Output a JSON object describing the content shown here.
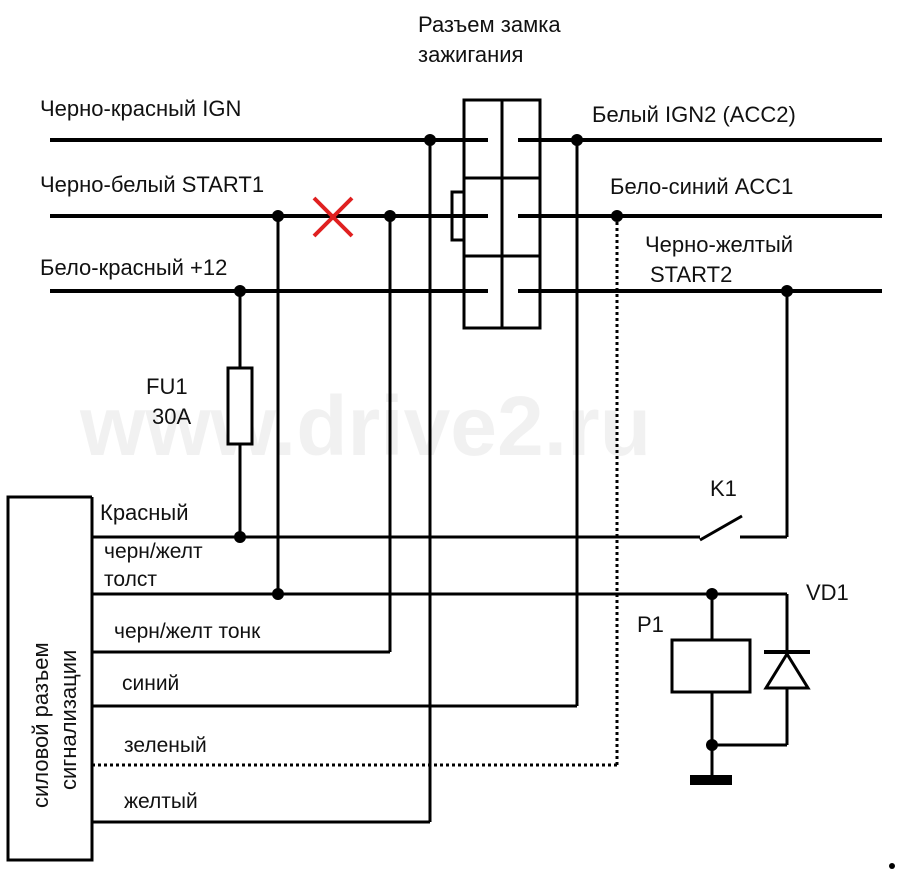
{
  "ignition": {
    "connector_title_1": "Разъем замка",
    "connector_title_2": "зажигания"
  },
  "left_wires": {
    "ign": "Черно-красный   IGN",
    "start1": "Черно-белый START1",
    "plus12": "Бело-красный +12"
  },
  "right_wires": {
    "ign2": "Белый IGN2 (ACC2)",
    "acc1": "Бело-синий  ACC1",
    "start2_line1": "Черно-желтый",
    "start2_line2": "START2"
  },
  "fuse": {
    "name": "FU1",
    "rating": "30A"
  },
  "relay": {
    "switch": "K1",
    "coil": "P1",
    "diode": "VD1"
  },
  "alarm_connector": {
    "title_line1": "силовой разъем",
    "title_line2": "сигнализации",
    "wires": {
      "red": "Красный",
      "by_thick_1": "черн/желт",
      "by_thick_2": "толст",
      "by_thin": "черн/желт тонк",
      "blue": "синий",
      "green": "зеленый",
      "yellow": "желтый"
    }
  },
  "watermark": "www.drive2.ru"
}
